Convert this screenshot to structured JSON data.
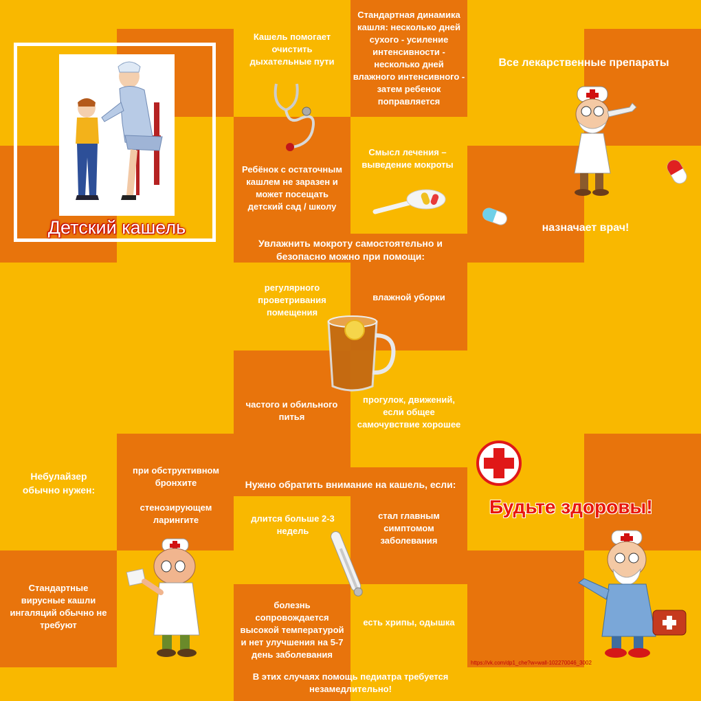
{
  "title": "Детский кашель",
  "farewell": "Будьте здоровы!",
  "credit": "https://vk.com/dp1_che?w=wall-102270046_3002",
  "colors": {
    "orange": "#e8740c",
    "yellow": "#f9b800",
    "red": "#d11010",
    "white": "#ffffff"
  },
  "blocks": {
    "cough_helps": "Кашель помогает очистить дыхательные пути",
    "dynamics": "Стандартная динамика кашля: несколько дней сухого - усиление интенсивности - несколько дней влажного интенсивного -  затем ребенок поправляется",
    "all_medicines": "Все лекарственные препараты",
    "prescribed_by_doctor": "назначает врач!",
    "residual_cough": "Ребёнок с остаточным кашлем не заразен и может посещать детский сад / школу",
    "treatment_meaning": "Смысл лечения – выведение мокроты",
    "moisten_heading": "Увлажнить мокроту самостоятельно и безопасно можно при помощи:",
    "ventilation": "регулярного проветривания помещения",
    "wet_cleaning": "влажной уборки",
    "drinking": "частого и обильного питья",
    "walks": "прогулок, движений, если общее самочувствие хорошее",
    "nebulizer": "Небулайзер обычно нужен:",
    "obstructive": "при обструктивном бронхите",
    "stenosing": "стенозирующем ларингите",
    "attention_heading": "Нужно обратить внимание на кашель, если:",
    "lasts_long": "длится больше 2-3 недель",
    "main_symptom": "стал главным симптомом заболевания",
    "standard_viral": "Стандартные вирусные кашли ингаляций обычно не требуют",
    "high_fever": "болезнь сопровождается высокой температурой и нет улучшения на 5-7 день заболевания",
    "wheezing": "есть хрипы, одышка",
    "urgent_help": "В этих случаях помощь педиатра требуется незамедлительно!"
  }
}
